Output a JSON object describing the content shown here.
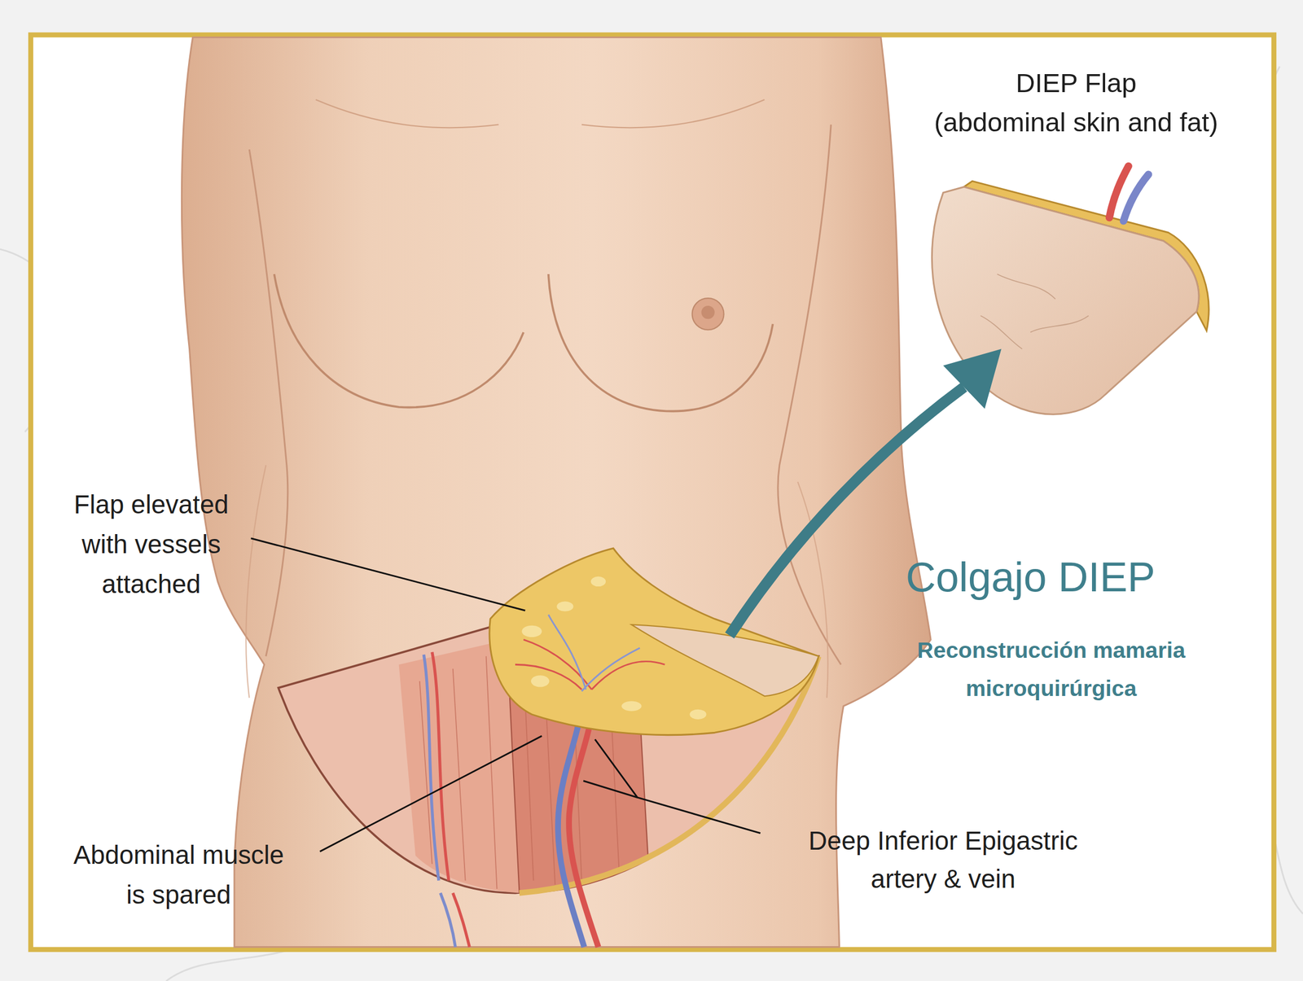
{
  "diagram": {
    "title": "Colgajo DIEP",
    "labels": [
      "DIEP Flap",
      "(abdominal skin and fat)",
      "Flap elevated with vessels attached",
      "Reconstrucción mamaria microquirúrgica",
      "Abdominal muscle is spared",
      "Deep Inferior Epigastric artery & vein"
    ]
  }
}
